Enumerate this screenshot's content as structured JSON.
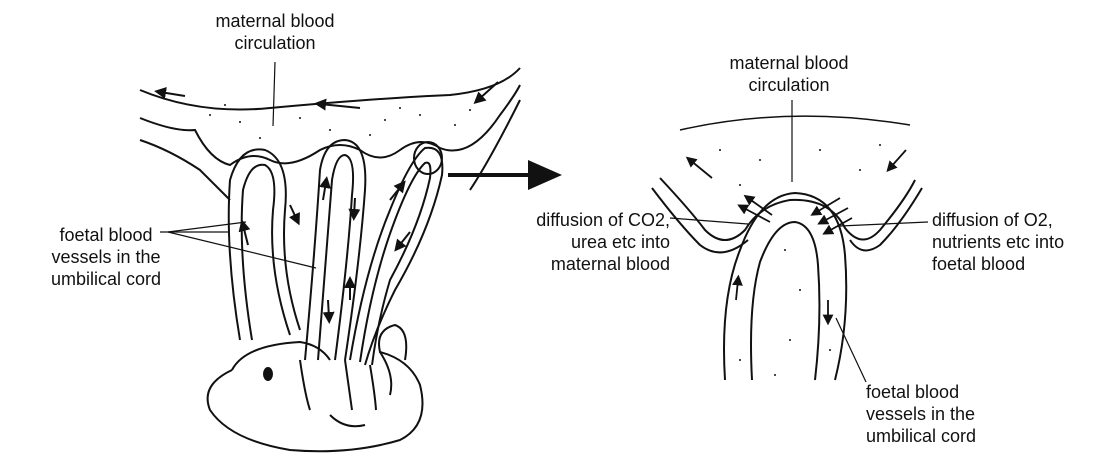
{
  "left_panel": {
    "maternal_label": "maternal blood\ncirculation",
    "foetal_label": "foetal  blood\nvessels in the\numbilical cord"
  },
  "right_panel": {
    "maternal_label": "maternal blood\ncirculation",
    "co2_label": "diffusion of CO2,\nurea etc into\nmaternal blood",
    "o2_label": "diffusion of O2,\nnutrients etc into\nfoetal blood",
    "foetal_label": "foetal  blood\nvessels in the\numbilical cord"
  },
  "colors": {
    "ink": "#111111",
    "background": "#ffffff"
  }
}
